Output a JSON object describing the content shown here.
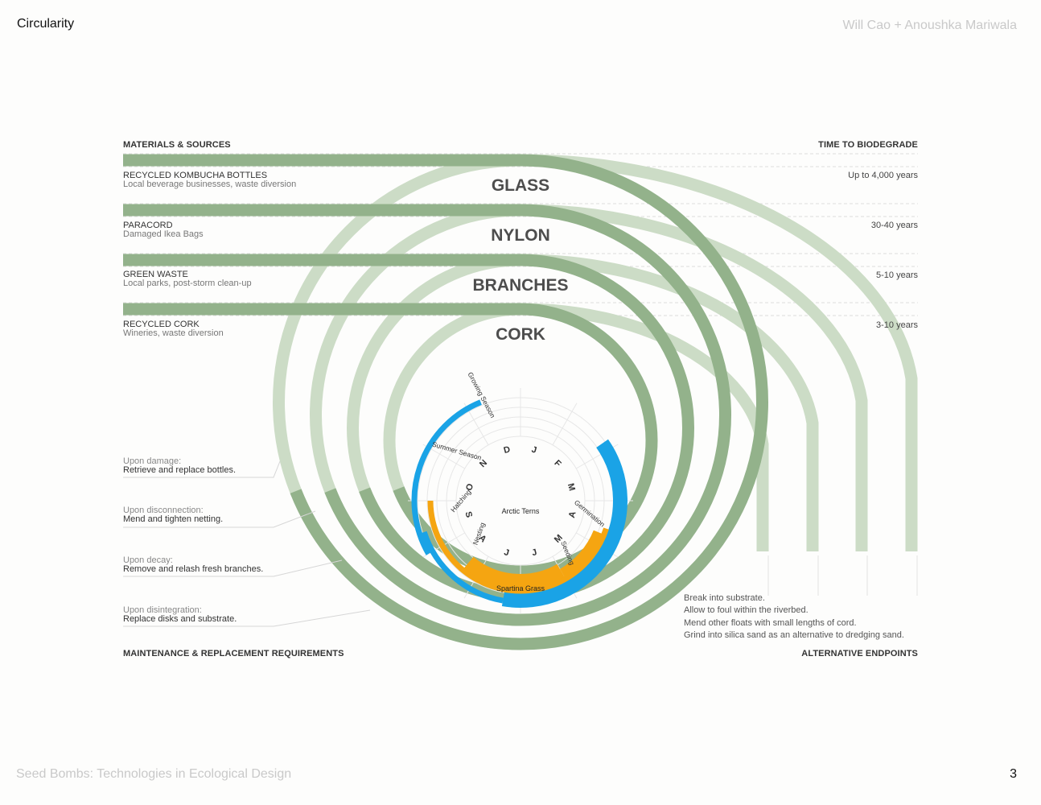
{
  "header": {
    "section_title": "Circularity",
    "authors": "Will Cao + Anoushka Mariwala"
  },
  "footer": {
    "publication": "Seed Bombs: Technologies in Ecological Design",
    "page_number": "3"
  },
  "diagram": {
    "left_header": "MATERIALS & SOURCES",
    "right_header": "TIME TO BIODEGRADE",
    "bottom_left_header": "MAINTENANCE & REPLACEMENT REQUIREMENTS",
    "bottom_right_header": "ALTERNATIVE ENDPOINTS",
    "materials": [
      {
        "label": "GLASS",
        "name": "RECYCLED KOMBUCHA BOTTLES",
        "source": "Local beverage businesses, waste diversion",
        "biodegrade": "Up to 4,000 years"
      },
      {
        "label": "NYLON",
        "name": "PARACORD",
        "source": "Damaged Ikea Bags",
        "biodegrade": "30-40 years"
      },
      {
        "label": "BRANCHES",
        "name": "GREEN WASTE",
        "source": "Local parks, post-storm clean-up",
        "biodegrade": "5-10 years"
      },
      {
        "label": "CORK",
        "name": "RECYCLED CORK",
        "source": "Wineries, waste diversion",
        "biodegrade": "3-10 years"
      }
    ],
    "maintenance": [
      {
        "when": "Upon damage:",
        "action": "Retrieve and replace bottles."
      },
      {
        "when": "Upon disconnection:",
        "action": "Mend and tighten netting."
      },
      {
        "when": "Upon decay:",
        "action": "Remove and relash fresh branches."
      },
      {
        "when": "Upon disintegration:",
        "action": "Replace disks and substrate."
      }
    ],
    "endpoints": [
      "Break into substrate.",
      "Allow to foul within the riverbed.",
      "Mend other floats with small lengths of cord.",
      "Grind into silica sand as an alternative to dredging sand."
    ],
    "calendar": {
      "months": [
        "J",
        "F",
        "M",
        "A",
        "M",
        "J",
        "J",
        "A",
        "S",
        "O",
        "N",
        "D"
      ],
      "center_top": "Arctic Terns",
      "center_bottom": "Spartina Grass",
      "blue_labels": [
        "Growing Season",
        "Seeding"
      ],
      "orange_labels": [
        "Summer Season",
        "Hatching",
        "Nesting",
        "Germination"
      ]
    },
    "colors": {
      "dark_green": "#93b28b",
      "light_green": "#ccdcc6",
      "blue": "#1aa3e6",
      "orange": "#f5a511",
      "grid": "#e7e7e7"
    }
  }
}
